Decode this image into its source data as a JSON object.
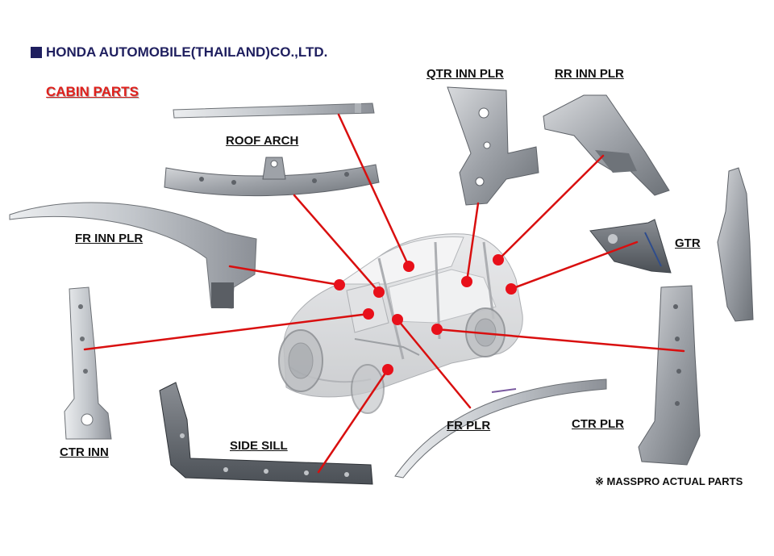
{
  "header": {
    "company": "HONDA AUTOMOBILE(THAILAND)CO.,LTD.",
    "section": "CABIN PARTS"
  },
  "labels": {
    "roof_arch": "ROOF ARCH",
    "fr_inn_plr": "FR INN PLR",
    "qtr_inn_plr": "QTR INN PLR",
    "rr_inn_plr": "RR INN PLR",
    "gtr": "GTR",
    "ctr_inn": "CTR INN",
    "side_sill": "SIDE SILL",
    "fr_plr": "FR PLR",
    "ctr_plr": "CTR PLR"
  },
  "note": "※ MASSPRO ACTUAL PARTS",
  "colors": {
    "leader_line": "#d90f0f",
    "marker": "#e8101a",
    "section_title": "#e0201c",
    "company": "#1f1f5f"
  }
}
